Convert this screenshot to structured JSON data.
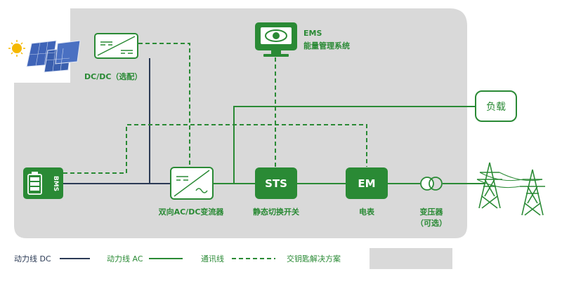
{
  "colors": {
    "green": "#2a8a35",
    "green_dark": "#1f6f2a",
    "navy": "#2b3a55",
    "panel_gray": "#d9d9d9",
    "white": "#ffffff",
    "solar_blue": "#3f64b8",
    "sun": "#f5b800"
  },
  "nodes": {
    "dcdc": {
      "label": "DC/DC（选配）",
      "icon": "dcdc-converter-icon"
    },
    "ems": {
      "title": "EMS",
      "subtitle": "能量管理系统",
      "icon": "monitor-eye-icon"
    },
    "load": {
      "label": "负载"
    },
    "bms": {
      "label": "BMS",
      "icon": "battery-icon"
    },
    "pcs": {
      "label": "双向AC/DC变流器",
      "icon": "ac-dc-converter-icon"
    },
    "sts": {
      "box_text": "STS",
      "label": "静态切换开关"
    },
    "em": {
      "box_text": "EM",
      "label": "电表"
    },
    "transformer": {
      "label_line1": "变压器",
      "label_line2": "（可选）",
      "icon": "transformer-icon"
    },
    "solar": {
      "icon": "solar-panel-icon"
    },
    "tower": {
      "icon": "transmission-tower-icon"
    }
  },
  "legend": {
    "dc_line": "动力线 DC",
    "ac_line": "动力线 AC",
    "comm_line": "通讯线",
    "solution": "交钥匙解决方案"
  }
}
